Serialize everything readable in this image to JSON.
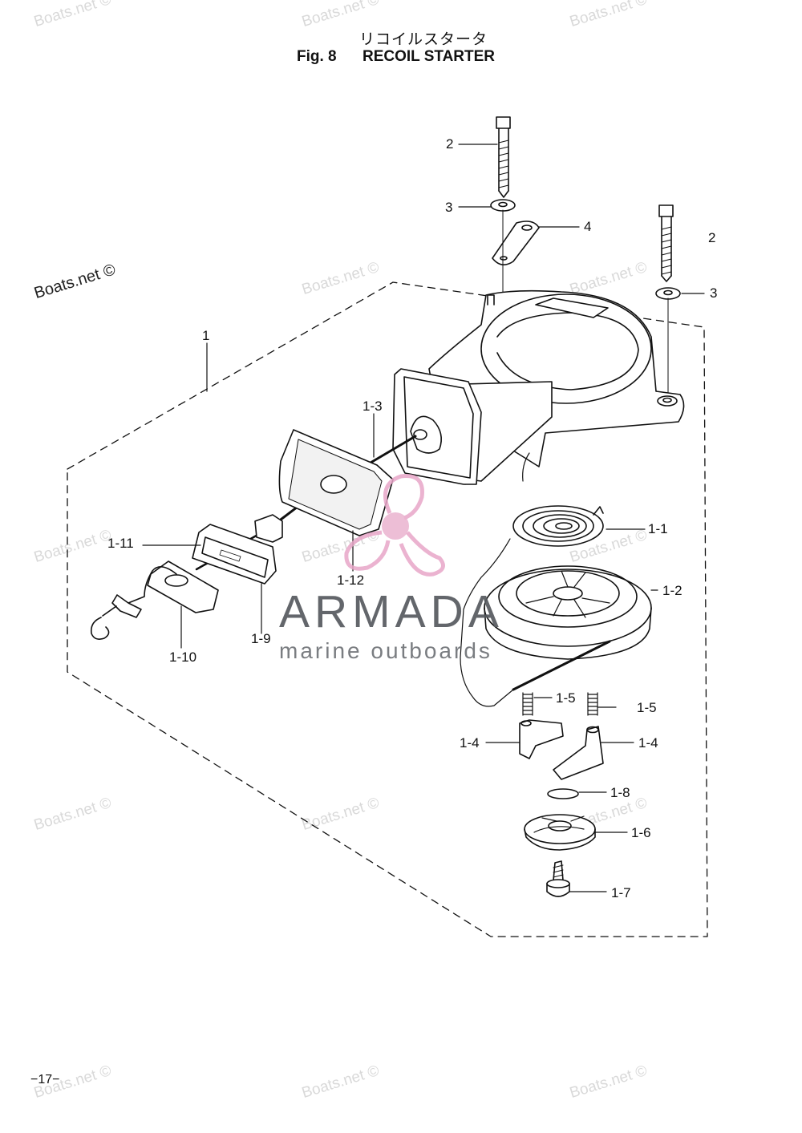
{
  "header": {
    "title_jp": "リコイルスタータ",
    "fig_label": "Fig. 8",
    "title_en": "RECOIL STARTER"
  },
  "page_number": "−17−",
  "watermarks": {
    "boats": "Boats.net ©",
    "brand_name": "ARMADA",
    "brand_tagline": "marine outboards",
    "logo_icon": "propeller-icon",
    "logo_color": "#e8a6c8"
  },
  "part_labels": {
    "assembly": "1",
    "bolt_a": "2",
    "bolt_b": "2",
    "washer_a": "3",
    "washer_b": "3",
    "plate": "4",
    "spring": "1-1",
    "reel": "1-2",
    "rope": "1-3",
    "pawl_a": "1-4",
    "pawl_b": "1-4",
    "pawl_spring_a": "1-5",
    "pawl_spring_b": "1-5",
    "friction_plate": "1-6",
    "screw": "1-7",
    "clip": "1-8",
    "handle": "1-9",
    "lock_plate": "1-10",
    "cable": "1-11",
    "guide": "1-12"
  }
}
